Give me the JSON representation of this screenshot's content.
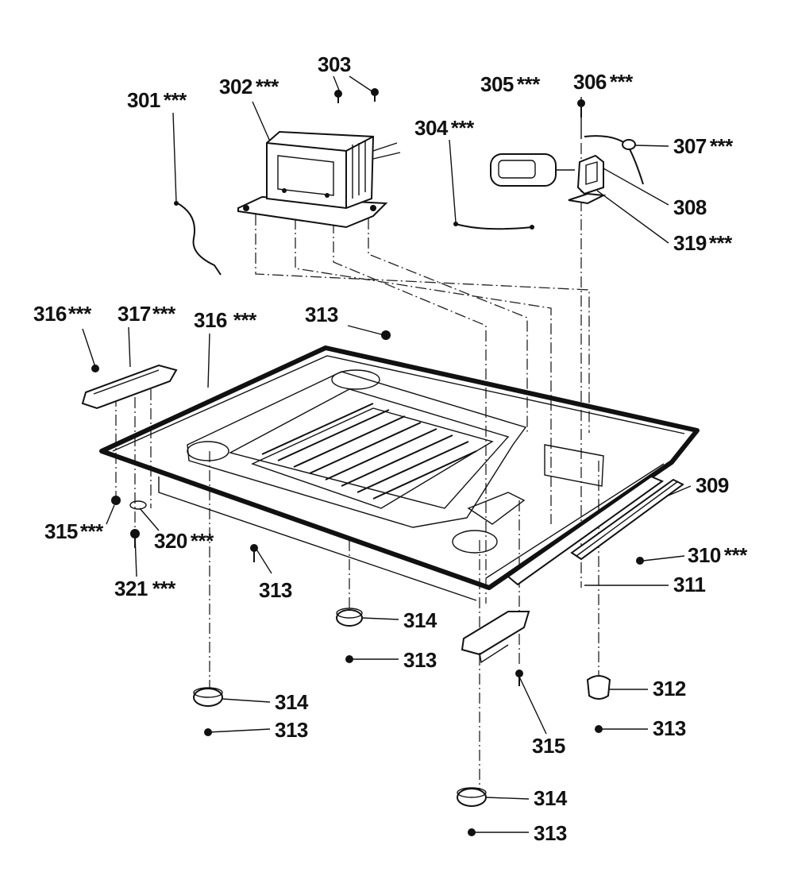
{
  "labels": {
    "p301": "301",
    "p302": "302",
    "p303": "303",
    "p304": "304",
    "p305": "305",
    "p306": "306",
    "p307": "307",
    "p308": "308",
    "p319": "319",
    "p316a": "316",
    "p317": "317",
    "p316b": "316",
    "p313_top": "313",
    "p309": "309",
    "p310": "310",
    "p311": "311",
    "p315a": "315",
    "p320": "320",
    "p321": "321",
    "p313_mid": "313",
    "p314_center": "314",
    "p313_center": "313",
    "p314_left": "314",
    "p313_left": "313",
    "p312": "312",
    "p313_right": "313",
    "p315b": "315",
    "p314_bottom": "314",
    "p313_bottom": "313"
  },
  "marker": "***"
}
